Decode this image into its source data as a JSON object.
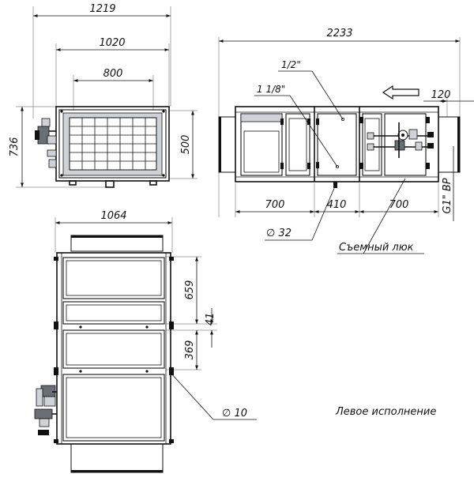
{
  "dimensions": {
    "front_width_outer": "1219",
    "front_width_mid": "1020",
    "front_width_inner": "800",
    "front_height": "736",
    "front_opening_height": "500",
    "side_total_length": "2233",
    "side_outlet": "120",
    "section_left": "700",
    "section_middle": "410",
    "section_right": "700",
    "top_width": "1064",
    "top_segment_1": "659",
    "top_gap": "41",
    "top_segment_2": "369"
  },
  "callouts": {
    "pipe_half_inch": "1/2\"",
    "pipe_one_eighth": "1 1/8\"",
    "drain_diameter": "∅ 32",
    "removable_hatch": "Съемный люк",
    "thread_g1": "G1\" ВР",
    "mount_hole_diameter": "∅ 10"
  },
  "notes": {
    "version_label": "Левое исполнение"
  },
  "icons": {
    "airflow": "arrow-left-icon"
  }
}
